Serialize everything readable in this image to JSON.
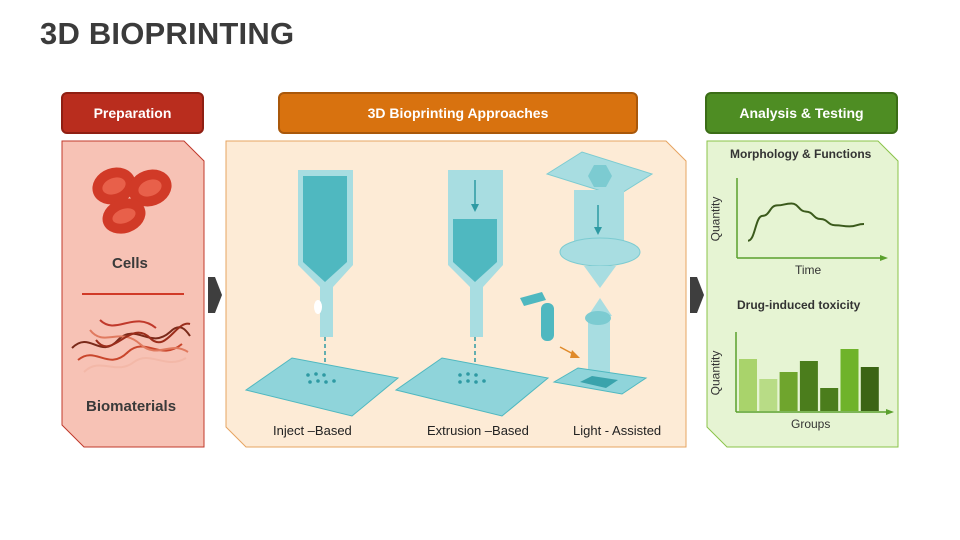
{
  "title": "3D BIOPRINTING",
  "sections": {
    "preparation": {
      "header": "Preparation",
      "items": [
        "Cells",
        "Biomaterials"
      ]
    },
    "approaches": {
      "header": "3D Bioprinting Approaches",
      "methods": [
        "Inject –Based",
        "Extrusion –Based",
        "Light - Assisted"
      ]
    },
    "analysis": {
      "header": "Analysis & Testing",
      "chart1": {
        "title": "Morphology & Functions",
        "xlabel": "Time",
        "ylabel": "Quantity"
      },
      "chart2": {
        "title": "Drug-induced toxicity",
        "xlabel": "Groups",
        "ylabel": "Quantity"
      }
    }
  },
  "colors": {
    "preparation": "#b92d1e",
    "approaches": "#d8720f",
    "analysis": "#4e8d23",
    "teal": "#4fb8c0"
  },
  "chart_data": [
    {
      "type": "line",
      "title": "Morphology & Functions",
      "xlabel": "Time",
      "ylabel": "Quantity",
      "series": [
        {
          "values": [
            0.15,
            0.55,
            0.72,
            0.75,
            0.62,
            0.5,
            0.4,
            0.38,
            0.42
          ]
        }
      ]
    },
    {
      "type": "bar",
      "title": "Drug-induced toxicity",
      "xlabel": "Groups",
      "ylabel": "Quantity",
      "values": [
        52,
        32,
        39,
        50,
        23,
        62,
        44
      ],
      "colors": [
        "#a9d36b",
        "#b8dc86",
        "#6fa52d",
        "#4b7d1c",
        "#4b7d1c",
        "#6fb32a",
        "#3b6414"
      ]
    }
  ]
}
